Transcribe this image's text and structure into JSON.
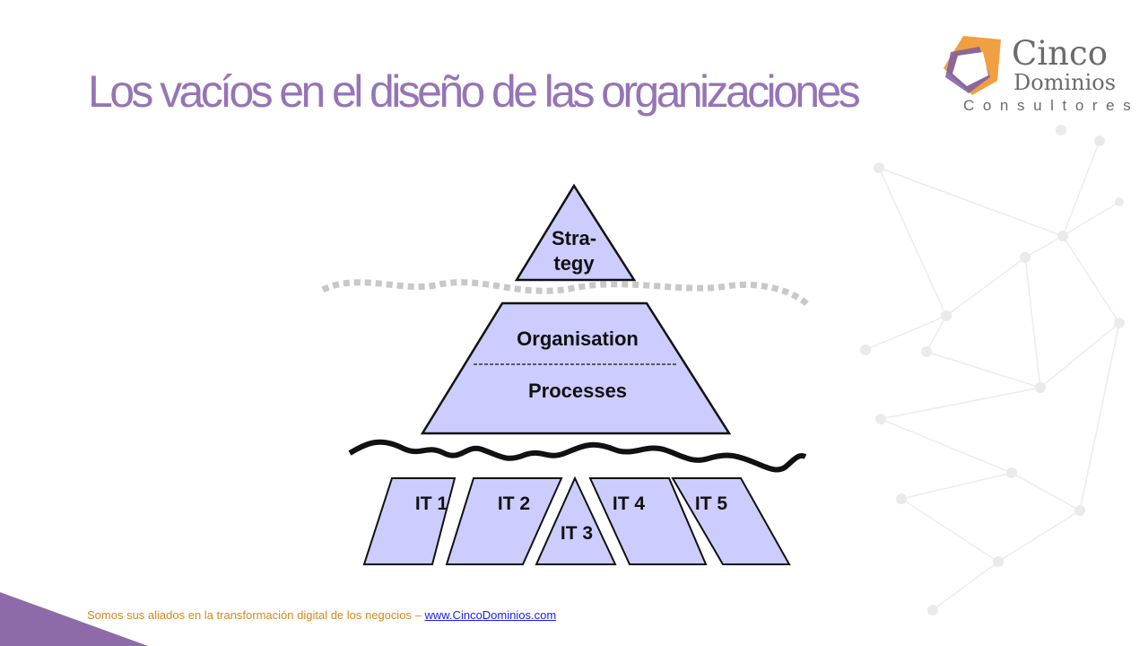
{
  "slide": {
    "title": "Los vacíos en el diseño de las organizaciones",
    "footer_text": "Somos sus aliados en la transformación digital de los negocios – ",
    "footer_link": "www.CincoDominios.com"
  },
  "logo": {
    "line1": "Cinco",
    "line2": "Dominios",
    "line3": "Consultores"
  },
  "diagram": {
    "strategy": [
      "Stra-",
      "tegy"
    ],
    "organisation": "Organisation",
    "processes": "Processes",
    "it_blocks": [
      "IT 1",
      "IT 2",
      "IT 3",
      "IT 4",
      "IT 5"
    ]
  },
  "colors": {
    "title": "#9575b5",
    "shape_fill": "#ccccff",
    "footer_text": "#d08a1f",
    "logo_orange": "#f0a040",
    "logo_purple": "#7a5ca8"
  }
}
